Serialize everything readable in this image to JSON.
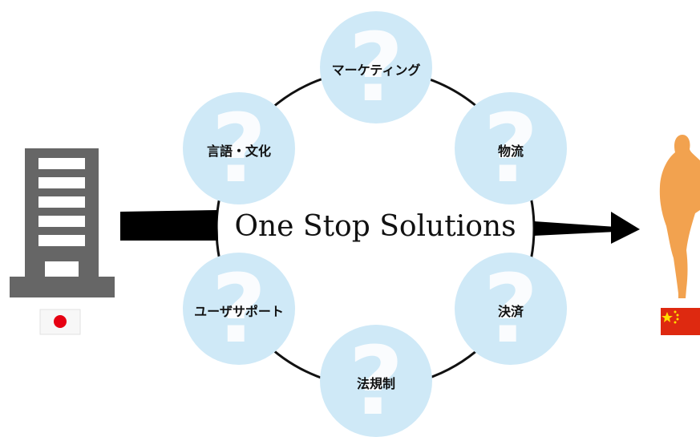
{
  "center_title": "One Stop Solutions",
  "question_mark": "?",
  "nodes": [
    {
      "id": "marketing",
      "label": "マーケティング"
    },
    {
      "id": "logistics",
      "label": "物流"
    },
    {
      "id": "payment",
      "label": "決済"
    },
    {
      "id": "legal",
      "label": "法規制"
    },
    {
      "id": "user-support",
      "label": "ユーザサポート"
    },
    {
      "id": "language-culture",
      "label": "言語・文化"
    }
  ],
  "colors": {
    "node_fill": "#cfe9f7",
    "question_mark": "#ffffff",
    "building": "#666666",
    "person": "#f2a24f",
    "japan_flag_red": "#e60012",
    "china_flag_red": "#de2910",
    "china_flag_star": "#ffde00"
  },
  "icons": [
    "building-icon",
    "japan-flag-icon",
    "person-silhouette-icon",
    "china-flag-icon",
    "arrow-icon"
  ]
}
